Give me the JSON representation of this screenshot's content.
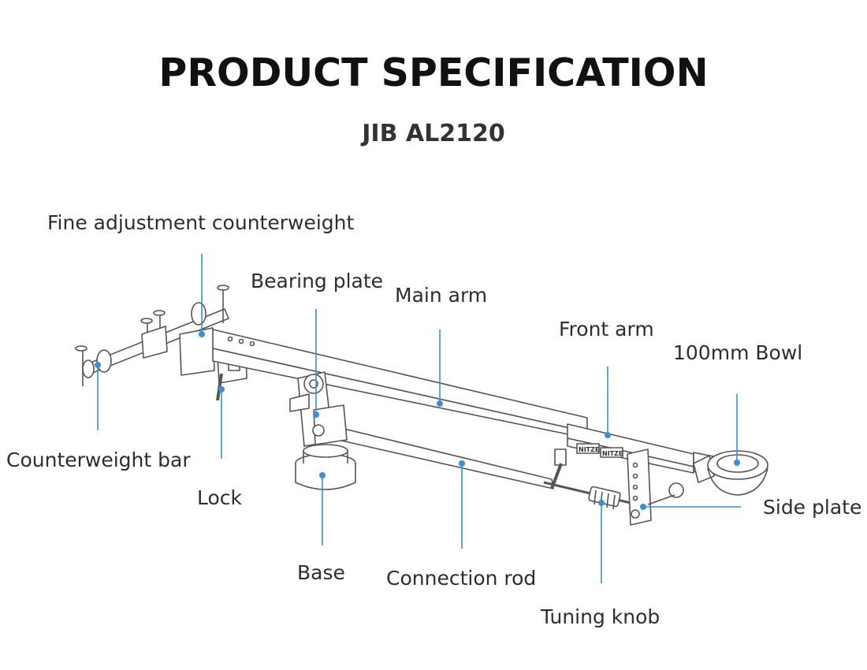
{
  "header": {
    "title": "PRODUCT SPECIFICATION",
    "model": "JIB AL2120"
  },
  "labels": {
    "fine_adjustment_counterweight": "Fine adjustment counterweight",
    "bearing_plate": "Bearing plate",
    "main_arm": "Main arm",
    "front_arm": "Front arm",
    "bowl": "100mm Bowl",
    "counterweight_bar": "Counterweight bar",
    "lock": "Lock",
    "side_plate": "Side plate",
    "base": "Base",
    "connection_rod": "Connection rod",
    "tuning_knob": "Tuning knob"
  },
  "colors": {
    "callout": "#3a8fd6",
    "outline": "#555555",
    "fill": "#ffffff"
  },
  "product": {
    "brand_marks": [
      "NITZE",
      "NITZE"
    ]
  }
}
